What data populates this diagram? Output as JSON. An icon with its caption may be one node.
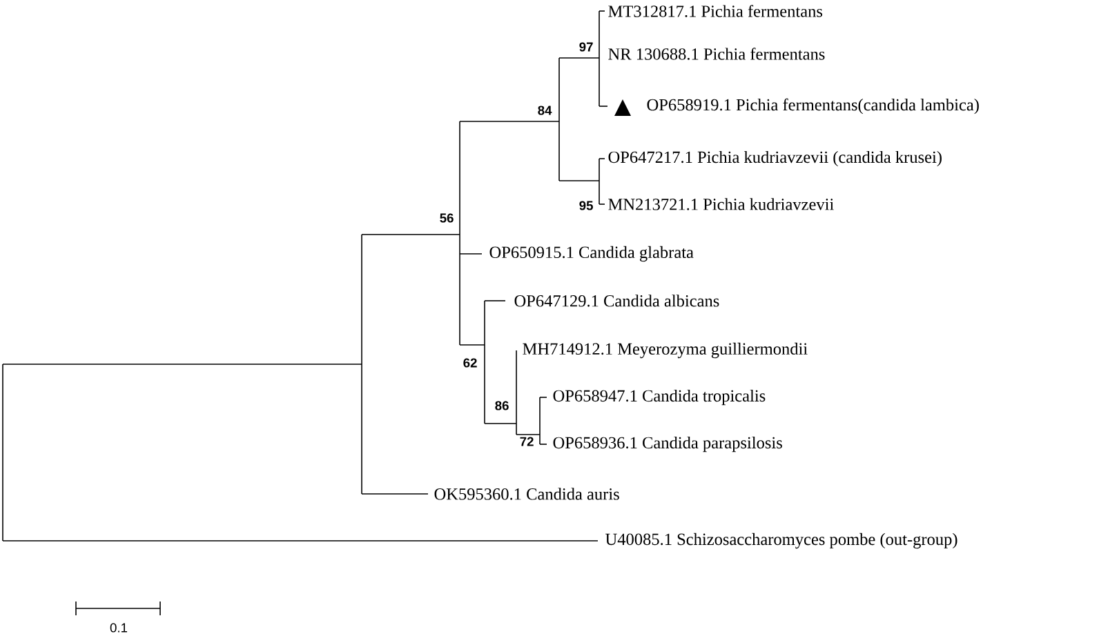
{
  "diagram": {
    "labels": [
      "MT312817.1 Pichia fermentans",
      "97",
      "NR 130688.1 Pichia fermentans",
      "84",
      "OP658919.1 Pichia fermentans(candida lambica)",
      "OP647217.1 Pichia kudriavzevii (candida krusei)",
      "95",
      "MN213721.1 Pichia kudriavzevii",
      "56",
      "OP650915.1 Candida glabrata",
      "OP647129.1 Candida albicans",
      "62",
      "MH714912.1 Meyerozyma guilliermondii",
      "86",
      "OP658947.1 Candida tropicalis",
      "72",
      "OP658936.1 Candida parapsilosis",
      "OK595360.1 Candida auris",
      "U40085.1 Schizosaccharomyces pombe (out-group)",
      "0.1"
    ]
  }
}
